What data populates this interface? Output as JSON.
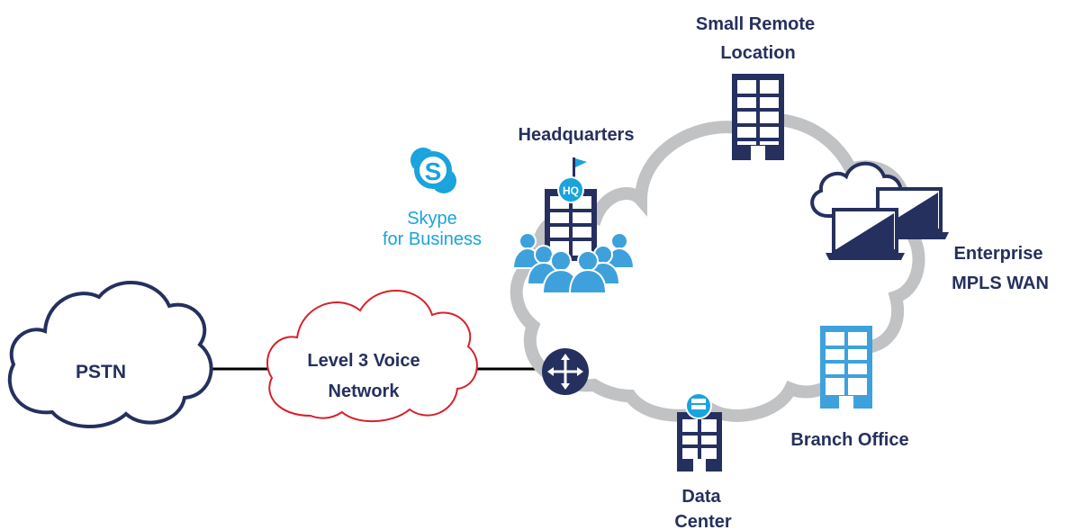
{
  "colors": {
    "navy": "#25305f",
    "skype_blue": "#1aa3dd",
    "people_blue": "#3ea1dc",
    "red": "#d8202a",
    "gray": "#c1c2c4",
    "black": "#000000"
  },
  "labels": {
    "pstn": "PSTN",
    "voice_network_line1": "Level 3 Voice",
    "voice_network_line2": "Network",
    "small_remote_line1": "Small Remote",
    "small_remote_line2": "Location",
    "headquarters": "Headquarters",
    "hq_badge": "HQ",
    "skype_line1": "Skype",
    "skype_line2": "for Business",
    "enterprise_line1": "Enterprise",
    "enterprise_line2": "MPLS WAN",
    "branch_office": "Branch Office",
    "data_center_line1": "Data",
    "data_center_line2": "Center"
  },
  "icons": [
    "skype-logo-icon",
    "hq-building-icon",
    "flag-icon",
    "people-icon",
    "building-icon",
    "laptop-icon",
    "cloud-icon",
    "router-icon",
    "server-icon"
  ]
}
